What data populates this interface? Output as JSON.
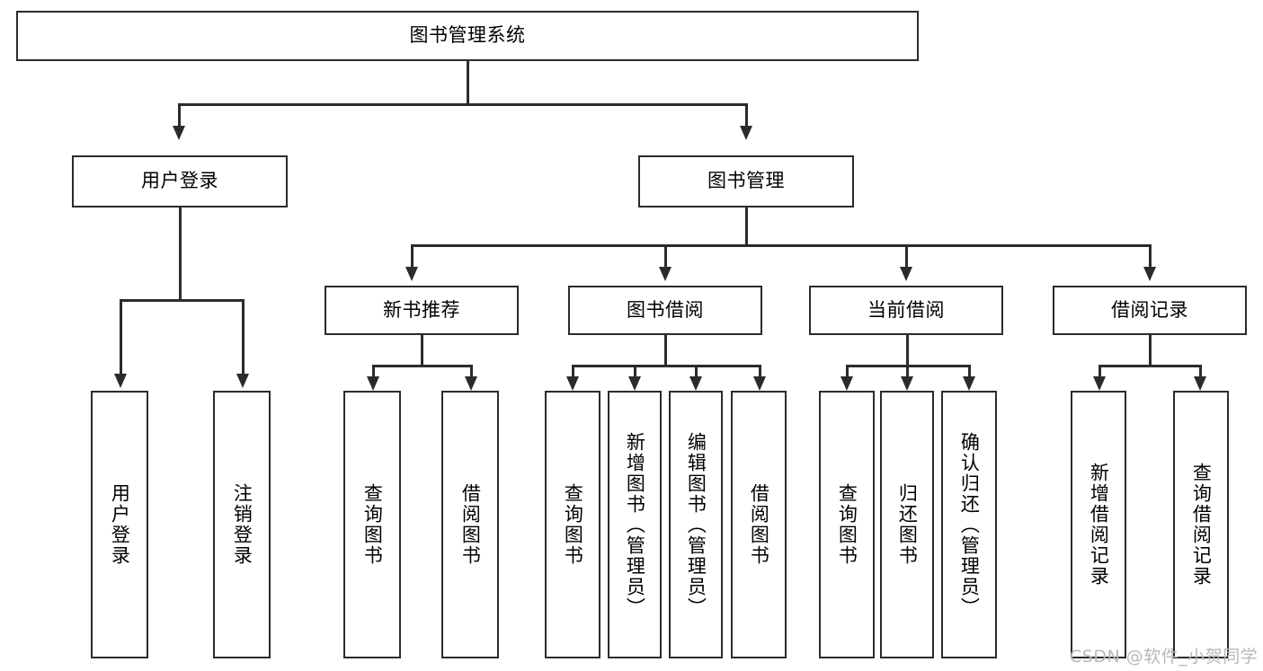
{
  "diagram": {
    "type": "tree",
    "title": "图书管理系统",
    "root": {
      "label": "图书管理系统"
    },
    "level1": [
      {
        "label": "用户登录"
      },
      {
        "label": "图书管理"
      }
    ],
    "level2": [
      {
        "label": "新书推荐"
      },
      {
        "label": "图书借阅"
      },
      {
        "label": "当前借阅"
      },
      {
        "label": "借阅记录"
      }
    ],
    "leaves": {
      "user_login": [
        {
          "label": "用户登录"
        },
        {
          "label": "注销登录"
        }
      ],
      "new_book_recommend": [
        {
          "label": "查询图书"
        },
        {
          "label": "借阅图书"
        }
      ],
      "book_borrow": [
        {
          "label": "查询图书"
        },
        {
          "label": "新增图书（管理员）"
        },
        {
          "label": "编辑图书（管理员）"
        },
        {
          "label": "借阅图书"
        }
      ],
      "current_borrow": [
        {
          "label": "查询图书"
        },
        {
          "label": "归还图书"
        },
        {
          "label": "确认归还（管理员）"
        }
      ],
      "borrow_record": [
        {
          "label": "新增借阅记录"
        },
        {
          "label": "查询借阅记录"
        }
      ]
    }
  },
  "watermark": {
    "text": "CSDN @软件_小贺同学"
  },
  "colors": {
    "stroke": "#2b2b2b",
    "background": "#ffffff",
    "text": "#000000",
    "watermark": "#b9b9b9"
  }
}
